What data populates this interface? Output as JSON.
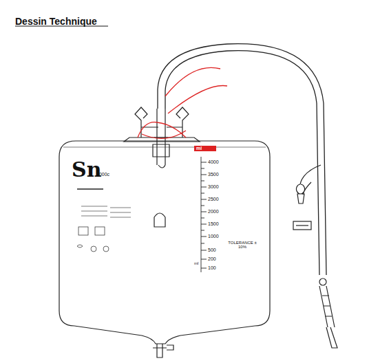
{
  "diagram": {
    "title": "Dessin Technique",
    "labels": [
      "Sn",
      "4000c",
      "ml",
      "4000",
      "3500",
      "3000",
      "2500",
      "2000",
      "1500",
      "1000",
      "500",
      "200",
      "100",
      "TOLERANCE ± 10%",
      "ml"
    ]
  }
}
